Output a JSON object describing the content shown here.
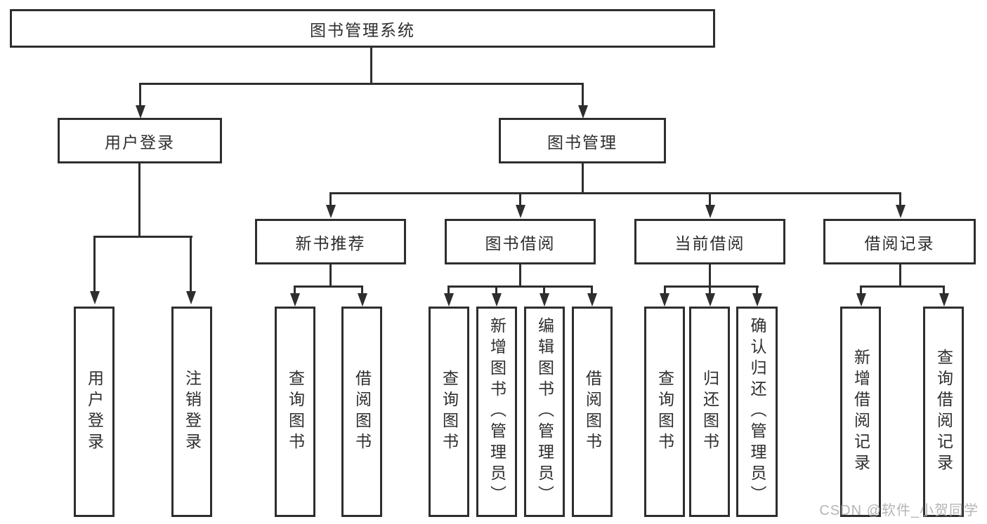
{
  "diagram": {
    "root": "图书管理系统",
    "level2": {
      "login": "用户登录",
      "management": "图书管理"
    },
    "level3": [
      "新书推荐",
      "图书借阅",
      "当前借阅",
      "借阅记录"
    ],
    "leaves": {
      "login": [
        "用户登录",
        "注销登录"
      ],
      "recommend": [
        "查询图书",
        "借阅图书"
      ],
      "borrow": [
        "查询图书",
        "新增图书（管理员）",
        "编辑图书（管理员）",
        "借阅图书"
      ],
      "current": [
        "查询图书",
        "归还图书",
        "确认归还（管理员）"
      ],
      "records": [
        "新增借阅记录",
        "查询借阅记录"
      ]
    },
    "colors": {
      "line": "#2e2e2e",
      "background": "#ffffff",
      "watermark": "#a9a9ad"
    }
  },
  "watermark": "CSDN @软件_小贺同学"
}
